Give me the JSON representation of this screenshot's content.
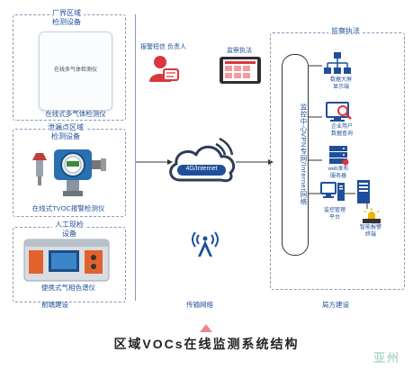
{
  "left_column": {
    "factory": {
      "title_line1": "厂界区域",
      "title_line2": "检测设备",
      "device_label": "在线多气体检测仪",
      "caption": "在线式多气体检测仪"
    },
    "leak": {
      "title_line1": "泄漏点区域",
      "title_line2": "检测设备",
      "caption": "在线式TVOC报警检测仪"
    },
    "manual": {
      "title_line1": "人工现检",
      "title_line2": "设备",
      "caption": "便携式气相色谱仪"
    },
    "section_label": "前端建设"
  },
  "middle": {
    "alarm_label": "报警短信 负责人",
    "monitor_label": "监察执法",
    "cloud_label": "4G/Internet",
    "section_label": "传输网络"
  },
  "right_column": {
    "title": "监察执法",
    "vertical_label": "监控中心VPN专网/Internet网络",
    "items": [
      {
        "line1": "数据大屏",
        "line2": "显示端"
      },
      {
        "line1": "企业用户",
        "line2": "数据查询"
      },
      {
        "line1": "web发布",
        "line2": "服务器"
      },
      {
        "line1": "监控管理",
        "line2": "平台"
      },
      {
        "line1": "智能报警",
        "line2": "终端"
      }
    ],
    "section_label": "局方建设"
  },
  "footer": {
    "title": "区域VOCs在线监测系统结构",
    "watermark": "亚州"
  },
  "colors": {
    "accent_blue": "#1f4f9a",
    "alarm_red": "#d9363e",
    "dashed_border": "#8a99b5"
  }
}
